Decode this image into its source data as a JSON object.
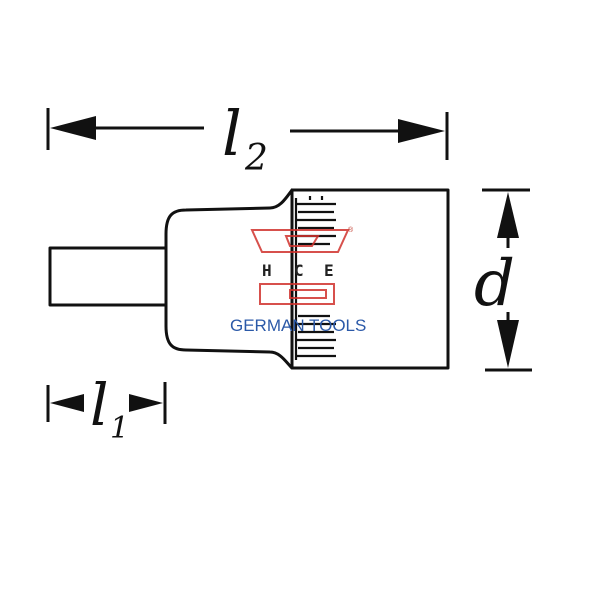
{
  "dimensions": {
    "l2": {
      "symbol": "l",
      "subscript": "2"
    },
    "l1": {
      "symbol": "l",
      "subscript": "1"
    },
    "d": {
      "symbol": "d"
    }
  },
  "logo": {
    "letters": [
      "H",
      "C",
      "E"
    ],
    "tagline": "GERMAN TOOLS",
    "trademark": "®",
    "colors": {
      "red": "#d0312d",
      "blue": "#2b59a8",
      "dark": "#222222"
    }
  },
  "drawing": {
    "stroke_color": "#111111",
    "background": "#ffffff"
  }
}
